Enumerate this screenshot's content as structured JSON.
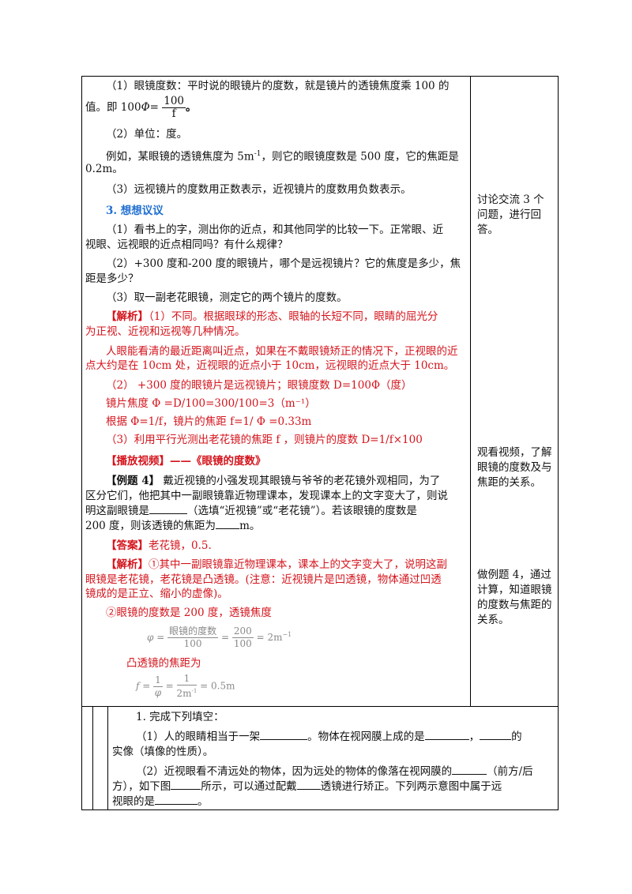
{
  "main": {
    "l1a": "（1）眼镜度数：平时说的眼镜片的度数，就是镜片的透镜焦度乘 100 的",
    "l1b": "值。即 100",
    "phi": "Φ",
    "eq": "=",
    "frac_num": "100",
    "frac_den": "f",
    "dot": "。",
    "l2": "（2）单位：度。",
    "l3a": "例如，某眼镜的透镜焦度为 5m",
    "l3sup": "-1",
    "l3b": "，则它的眼镜度数是 500 度，它的焦距是",
    "l3c": "0.2m。",
    "l4": "（3）远视镜片的度数用正数表示，近视镜片的度数用负数表示。",
    "heading3": "3. 想想议议",
    "q1a": "（1）看书上的字，测出你的近点，和其他同学的比较一下。正常眼、近",
    "q1b": "视眼、远视眼的近点相同吗？有什么规律？",
    "q2a": "（2）+300 度和-200 度的眼镜片，哪个是远视镜片？它的焦度是多少，焦",
    "q2b": "距是多少？",
    "q3": "（3）取一副老花眼镜，测定它的两个镜片的度数。",
    "jx_tag": "【解析】",
    "a1a": "（1）不同。根据眼球的形态、眼轴的长短不同，眼睛的屈光分",
    "a1b": "为正视、近视和远视等几种情况。",
    "a2a": "人眼能看清的最近距离叫近点，如果在不戴眼镜矫正的情况下，正视眼的近",
    "a2b": "点大约是在 10cm 处，近视眼的近点小于 10cm，远视眼的近点大于 10cm。",
    "a3": "（2） +300 度的眼镜片是远视镜片；眼镜度数  D=100Φ（度）",
    "a4": "镜片焦度  Φ  =D/100=300/100=3（m⁻¹）",
    "a5": "根据 Φ=1/f，镜片的焦距  f=1/  Φ  =0.33m",
    "a6": "（3）利用平行光测出老花镜的焦距 f ，则镜片的度数  D=1/f×100",
    "video": "【播放视频】——《眼镜的度数》",
    "ex_tag": "【例题 4】",
    "ex_a": " 戴近视镜的小强发现其眼镜与爷爷的老花镜外观相同，为了",
    "ex_b": "区分它们，他把其中一副眼镜靠近物理课本，发现课本上的文字变大了，则说",
    "ex_c1": "明这副眼镜是",
    "ex_c2": "（选填“近视镜”或“老花镜”）。若该眼镜的度数是",
    "ex_d1": "200 度，则该透镜的焦距为",
    "ex_d2": "m。",
    "ans_tag": "【答案】",
    "ans": "老花镜，0.5.",
    "an_tag": "【解析】",
    "an1a": "①其中一副眼镜靠近物理课本，课本上的文字变大了，说明这副",
    "an1b": "眼镜是老花镜，老花镜是凸透镜。(注意：近视镜片是凹透镜，物体通过凹透",
    "an1c": "镜成的是正立、缩小的虚像)。",
    "an2": "②眼镜的度数是 200 度，透镜焦度",
    "f1_lhs": "φ =",
    "f1_num": "眼镜的度数",
    "f1_den": "100",
    "f1_eq": "=",
    "f1_num2": "200",
    "f1_den2": "100",
    "f1_rhs": "= 2m",
    "f1_sup": "−1",
    "an3": "凸透镜的焦距为",
    "f2_lhs": "f =",
    "f2_num": "1",
    "f2_den": "φ",
    "f2_eq": "=",
    "f2_num2": "1",
    "f2_den2": "2m",
    "f2_sup": "-1",
    "f2_rhs": "= 0.5m"
  },
  "side": {
    "s1": "讨论交流 3 个问题，进行回答。",
    "s2": "观看视频，了解眼镜的度数及与焦距的关系。",
    "s3": "做例题 4，通过计算，知道眼镜的度数与焦距的关系。"
  },
  "practice": {
    "p0": "1. 完成下列填空：",
    "p1a": "（1）人的眼睛相当于一架",
    "p1b": "。物体在视网膜上成的是",
    "p1c": "，",
    "p1d": "的",
    "p1e": "实像（填像的性质）。",
    "p2a": "（2）近视眼看不清远处的物体，因为远处的物体的像落在视网膜的",
    "p2b": "（前方/后",
    "p2c": "方），如下图",
    "p2d": "所示，可以通过配戴",
    "p2e": "透镜进行矫正。下列两示意图中属于远",
    "p2f": "视眼的是",
    "p2g": "。"
  }
}
